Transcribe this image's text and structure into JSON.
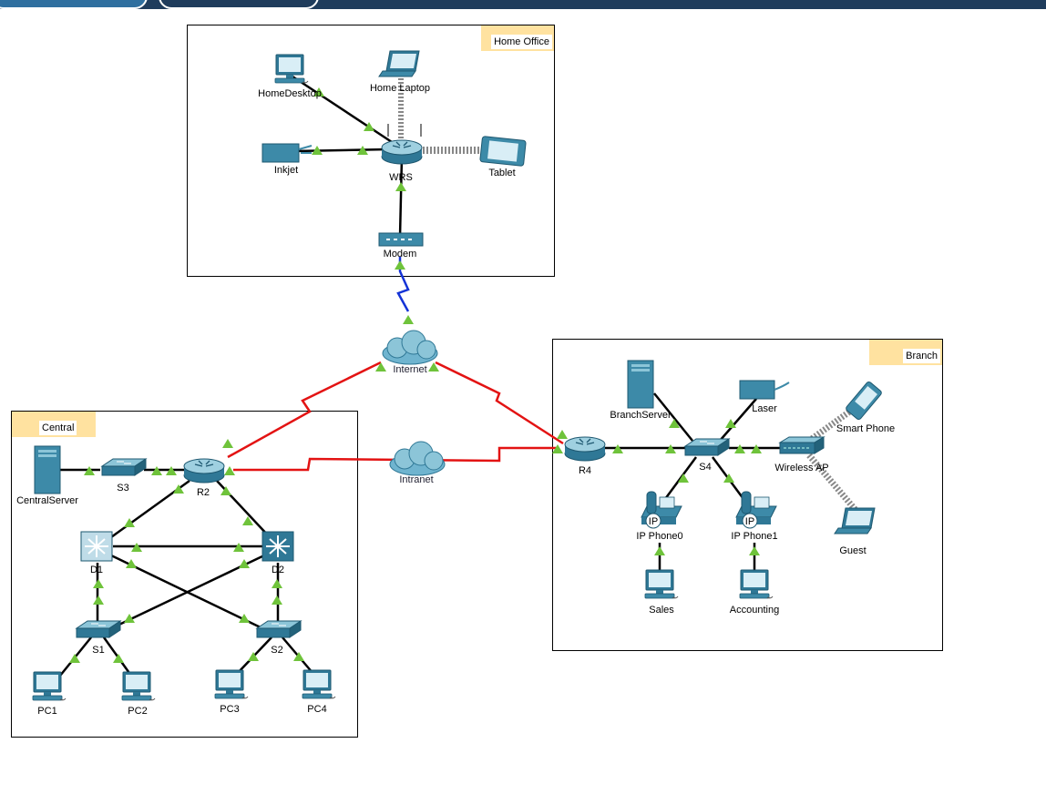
{
  "window": {
    "top_tabs": [
      "",
      ""
    ]
  },
  "clusters": {
    "home_office": "Home Office",
    "branch": "Branch",
    "central": "Central"
  },
  "devices": {
    "home_desktop": "HomeDesktop",
    "home_laptop": "Home Laptop",
    "inkjet": "Inkjet",
    "wrs": "WRS",
    "tablet": "Tablet",
    "modem": "Modem",
    "internet": "Internet",
    "intranet": "Intranet",
    "central_server": "CentralServer",
    "s3": "S3",
    "r2": "R2",
    "d1": "D1",
    "d2": "D2",
    "s1": "S1",
    "s2": "S2",
    "pc1": "PC1",
    "pc2": "PC2",
    "pc3": "PC3",
    "pc4": "PC4",
    "branch_server": "BranchServer",
    "laser": "Laser",
    "smart_phone": "Smart Phone",
    "r4": "R4",
    "s4": "S4",
    "wireless_ap": "Wireless AP",
    "ip_phone0": "IP Phone0",
    "ip_phone1": "IP Phone1",
    "guest": "Guest",
    "sales": "Sales",
    "accounting": "Accounting"
  },
  "phone_badge": "IP",
  "colors": {
    "link": "#000000",
    "serial": "#e31313",
    "coax": "#1433d6",
    "port_up": "#6fc33b",
    "cluster_tab": "#ffe2a0",
    "device": "#3d8aa8",
    "topbar": "#1f3c5c"
  }
}
